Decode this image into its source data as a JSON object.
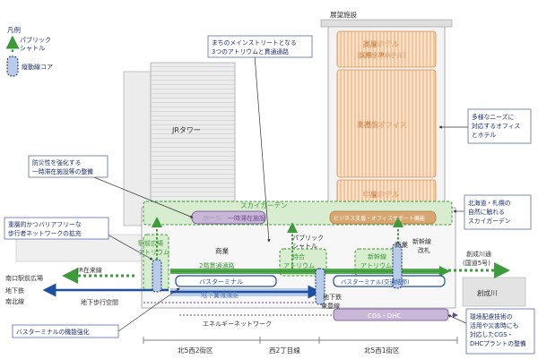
{
  "legend": {
    "title": "凡例",
    "items": [
      {
        "icon": "shuttle-arrow-icon",
        "label_lines": [
          "パブリック",
          "シャトル"
        ]
      },
      {
        "icon": "vertical-core-icon",
        "label_lines": [
          "縦動線コア"
        ]
      }
    ]
  },
  "callouts": {
    "main_street": [
      "まちのメインストリートとなる",
      "3つのアトリウムと貫通通路"
    ],
    "disaster": [
      "防災性を強化する",
      "一時滞在施設等の整備"
    ],
    "barrier_free": [
      "重層的かつバリアフリーな",
      "歩行者ネットワークの拡充"
    ],
    "bus_terminal_enhance": [
      "バスターミナルの機能強化"
    ],
    "office_hotel": [
      "多様なニーズに",
      "対応するオフィス",
      "とホテル"
    ],
    "sky_garden_note": [
      "北海道・札幌の",
      "自然に触れる",
      "スカイガーデン"
    ],
    "environment": [
      "環境配慮技術の",
      "活用や災害時にも",
      "対応したCGS・",
      "DHCプラントの整備"
    ]
  },
  "buildings": {
    "observatory": "展望施設",
    "high_hotel": [
      "高層ホテル",
      "(国際水準ホテル)"
    ],
    "high_office": "高機能オフィス",
    "mid_hotel": "中層ホテル",
    "jr_tower": "JRタワー"
  },
  "floors": {
    "sky_garden": "スカイガーデン",
    "hall": "ホール",
    "temp_stay": "一時滞在施設",
    "business_support": "ビジネス支援・オフィスサポート機能",
    "commerce_left": "商業",
    "commerce_right": "商業",
    "level2_corridor": "2階貫通通路",
    "bus_terminal_left": "バスターミナル",
    "bus_terminal_right": "バスターミナル(交通結節)",
    "underground_corridor": "地下貫通通路",
    "energy_network": "エネルギーネットワーク",
    "cgs_dhc": "CGS・DHC"
  },
  "atriums": {
    "station_plaza": [
      "駅前広場",
      "アトリウム"
    ],
    "waiting": [
      "待合",
      "アトリウム"
    ],
    "shinkansen": [
      "新幹線",
      "アトリウム"
    ]
  },
  "labels": {
    "public_shuttle": [
      "パブリック",
      "シャトル"
    ],
    "shinkansen_gate": [
      "新幹線",
      "改札"
    ],
    "jr_line": "JR在来線",
    "south_exit_plaza": "南口駅前広場",
    "subway": "地下鉄",
    "nanboku_line": "南北線",
    "underground_walkway": "地下歩行空間",
    "toho_line": [
      "地下鉄",
      "東豊線"
    ],
    "sosei_road": [
      "創成川通",
      "(国道5号)"
    ],
    "sosei_river": "創成川"
  },
  "districts": [
    {
      "name": "北5西2街区"
    },
    {
      "name": "西2丁目線"
    },
    {
      "name": "北5西1街区"
    }
  ],
  "colors": {
    "hotel_orange": "#f4c49a",
    "hotel_stripe": "#ffffff",
    "green_fill": "#d8ecd0",
    "green_line": "#3e9a3a",
    "purple_fill": "#c9b7d8",
    "purple_line": "#6a4b8e",
    "blue_line": "#1f4fa0",
    "blue_fill": "#b8cbe8",
    "navy_text": "#1b2f6b",
    "building_gray": "#e6e6e6",
    "outline_gray": "#9a9a9a",
    "callout_border": "#5b6fa8"
  }
}
